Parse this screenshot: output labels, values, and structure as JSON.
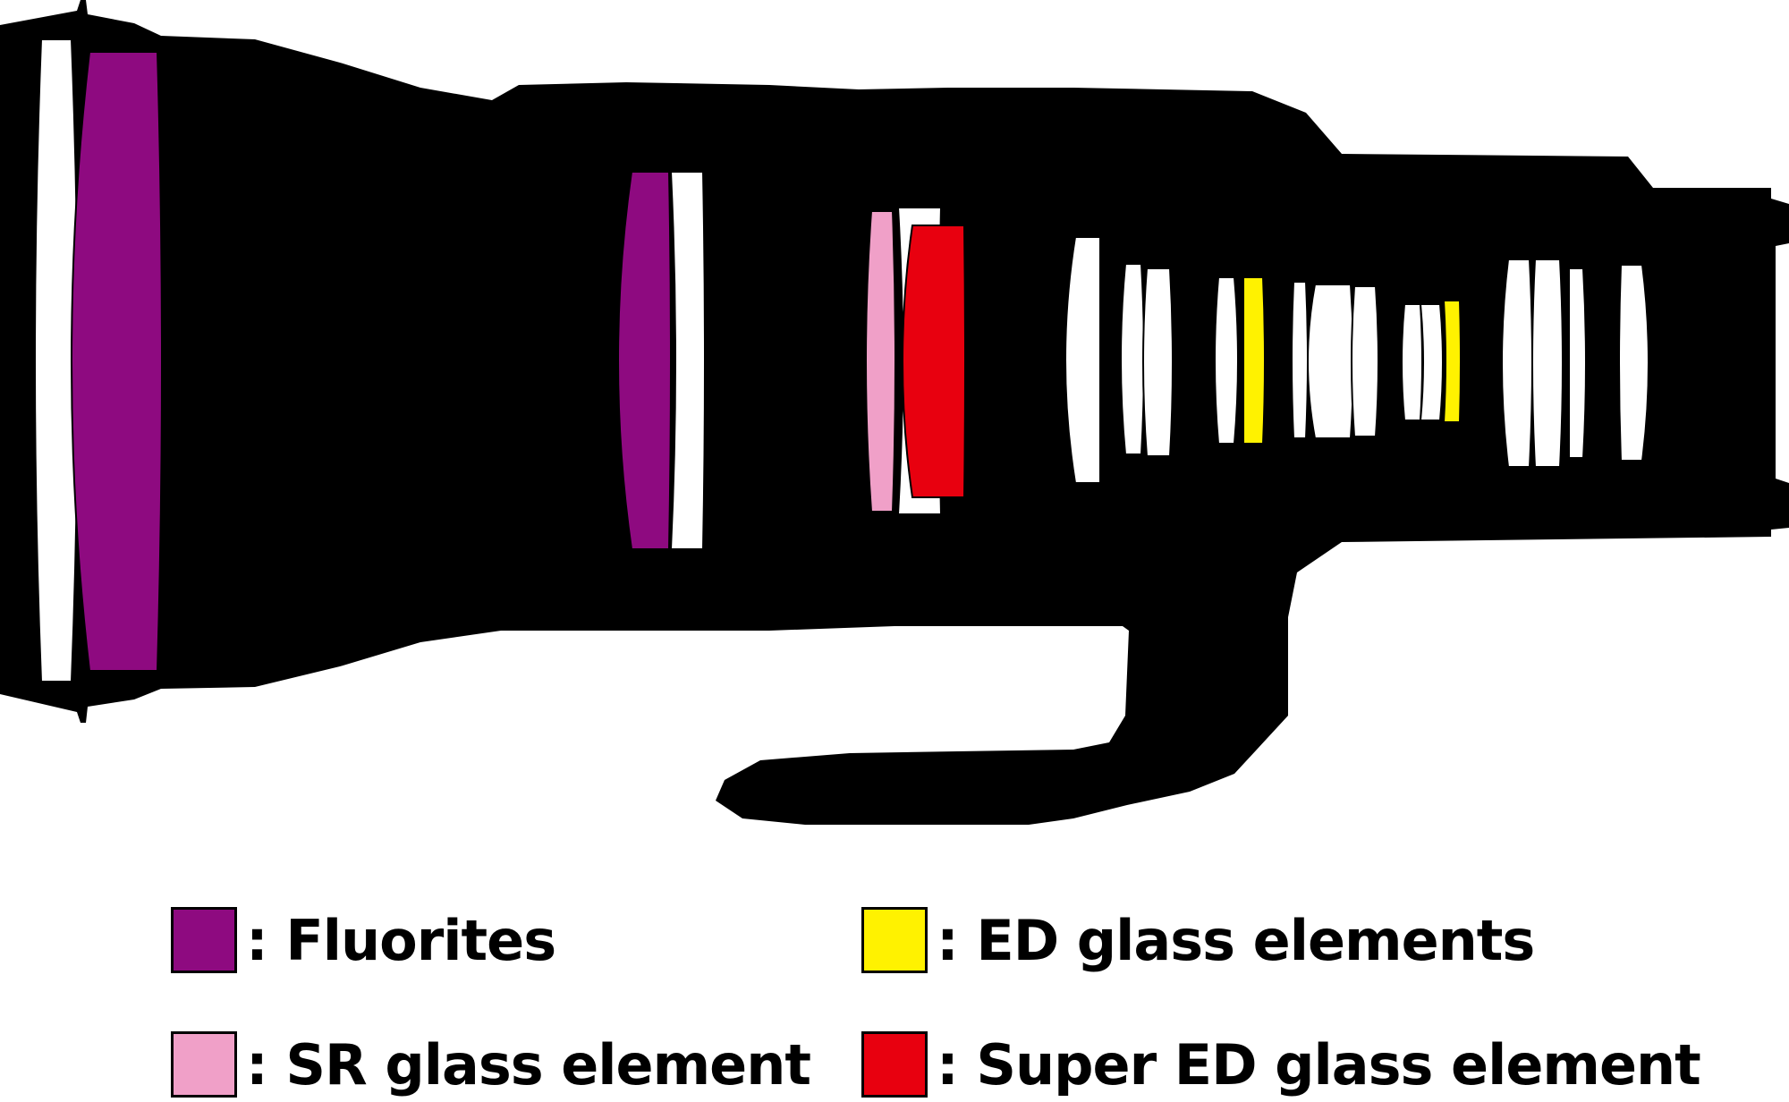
{
  "colors": {
    "body": "#000000",
    "glass": "#ffffff",
    "fluorite": "#8e0a80",
    "sr": "#f0a0c8",
    "ed": "#fff200",
    "super_ed": "#e8000f"
  },
  "legend": {
    "fluorites": {
      "label": ": Fluorites",
      "color": "#8e0a80"
    },
    "sr": {
      "label": ": SR glass element",
      "color": "#f0a0c8"
    },
    "ed": {
      "label": ": ED glass elements",
      "color": "#fff200"
    },
    "super_ed": {
      "label": ": Super ED glass element",
      "color": "#e8000f"
    }
  },
  "elements": [
    {
      "name": "front-protective-glass",
      "type": "plain"
    },
    {
      "name": "front-fluorite-element",
      "type": "fluorite"
    },
    {
      "name": "second-fluorite-element",
      "type": "fluorite"
    },
    {
      "name": "plain-element-3",
      "type": "plain"
    },
    {
      "name": "sr-glass-element",
      "type": "sr"
    },
    {
      "name": "plain-element-5",
      "type": "plain"
    },
    {
      "name": "super-ed-glass-element",
      "type": "super_ed"
    },
    {
      "name": "plain-element-7",
      "type": "plain"
    },
    {
      "name": "plain-element-8",
      "type": "plain"
    },
    {
      "name": "plain-element-9",
      "type": "plain"
    },
    {
      "name": "plain-element-10",
      "type": "plain"
    },
    {
      "name": "ed-glass-element-1",
      "type": "ed"
    },
    {
      "name": "plain-element-12",
      "type": "plain"
    },
    {
      "name": "plain-element-13",
      "type": "plain"
    },
    {
      "name": "plain-element-14",
      "type": "plain"
    },
    {
      "name": "plain-element-15",
      "type": "plain"
    },
    {
      "name": "plain-element-16",
      "type": "plain"
    },
    {
      "name": "ed-glass-element-2",
      "type": "ed"
    },
    {
      "name": "plain-element-18",
      "type": "plain"
    },
    {
      "name": "plain-element-19",
      "type": "plain"
    },
    {
      "name": "plain-element-20",
      "type": "plain"
    },
    {
      "name": "plain-element-21",
      "type": "plain"
    }
  ]
}
